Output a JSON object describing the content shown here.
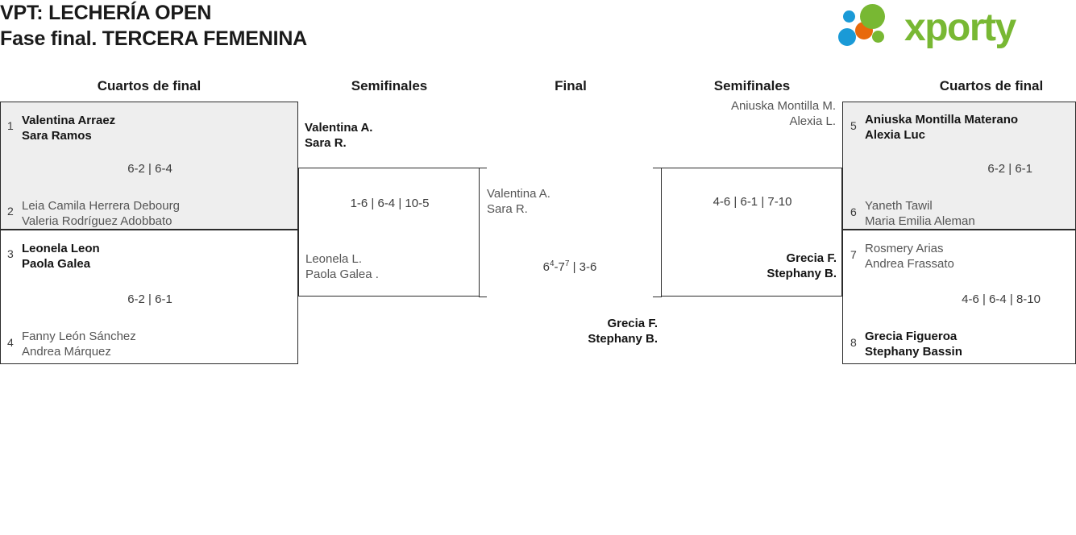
{
  "header": {
    "title_line1": "VPT: LECHERÍA OPEN",
    "title_line2": "Fase final. TERCERA FEMENINA",
    "logo_word": "xporty",
    "logo_colors": {
      "green": "#78b833",
      "blue": "#1a9ad7",
      "orange": "#e8690b"
    }
  },
  "rounds": {
    "left_qf": "Cuartos de final",
    "left_sf": "Semifinales",
    "final": "Final",
    "right_sf": "Semifinales",
    "right_qf": "Cuartos de final"
  },
  "bracket": {
    "left_quarterfinals": [
      {
        "seed_top": "1",
        "top_p1": "Valentina Arraez",
        "top_p2": "Sara Ramos",
        "top_winner": true,
        "score": "6-2 | 6-4",
        "seed_bottom": "2",
        "bottom_p1": "Leia Camila Herrera Debourg",
        "bottom_p2": "Valeria Rodríguez Adobbato",
        "bottom_winner": false
      },
      {
        "seed_top": "3",
        "top_p1": "Leonela Leon",
        "top_p2": "Paola Galea",
        "top_winner": true,
        "score": "6-2 | 6-1",
        "seed_bottom": "4",
        "bottom_p1": "Fanny León Sánchez",
        "bottom_p2": "Andrea Márquez",
        "bottom_winner": false
      }
    ],
    "left_semifinal": {
      "top_p1": "Valentina A.",
      "top_p2": "Sara R.",
      "top_winner": true,
      "score": "1-6 | 6-4 | 10-5",
      "bottom_p1": "Leonela L.",
      "bottom_p2": "Paola Galea .",
      "bottom_winner": false
    },
    "final": {
      "top_p1": "Valentina A.",
      "top_p2": "Sara R.",
      "top_winner": false,
      "score_plain": "-7",
      "score_sup1": "4",
      "score_sup2": "7",
      "score_start": "6",
      "score_tail": " | 3-6",
      "bottom_p1": "Grecia F.",
      "bottom_p2": "Stephany B.",
      "bottom_winner": true
    },
    "right_semifinal": {
      "top_p1": "Aniuska Montilla M.",
      "top_p2": "Alexia L.",
      "top_winner": false,
      "score": "4-6 | 6-1 | 7-10",
      "bottom_p1": "Grecia F.",
      "bottom_p2": "Stephany B.",
      "bottom_winner": true
    },
    "right_quarterfinals": [
      {
        "seed_top": "5",
        "top_p1": "Aniuska Montilla Materano",
        "top_p2": "Alexia Luc",
        "top_winner": true,
        "score": "6-2 | 6-1",
        "seed_bottom": "6",
        "bottom_p1": "Yaneth Tawil",
        "bottom_p2": "Maria Emilia Aleman",
        "bottom_winner": false
      },
      {
        "seed_top": "7",
        "top_p1": "Rosmery Arias",
        "top_p2": "Andrea Frassato",
        "top_winner": false,
        "score": "4-6 | 6-4 | 8-10",
        "seed_bottom": "8",
        "bottom_p1": "Grecia Figueroa",
        "bottom_p2": "Stephany Bassin",
        "bottom_winner": true
      }
    ]
  }
}
